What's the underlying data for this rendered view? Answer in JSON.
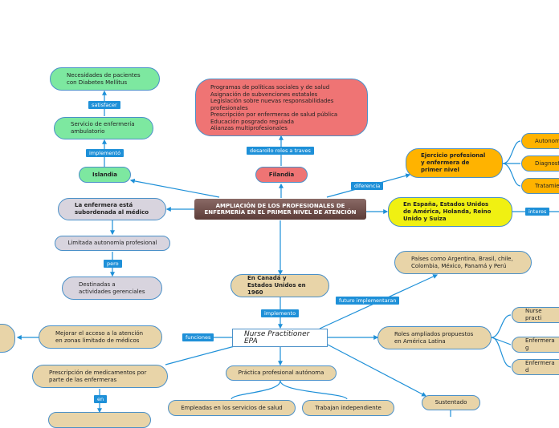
{
  "root": "AMPLIACIÓN DE LOS PROFESIONALES DE ENFERMERÍA EN EL PRIMER NIVEL DE ATENCIÓN",
  "nodes": {
    "islandia": "Islandia",
    "servicio": "Servicio de enfermería ambulatorio",
    "necesidades": "Necesidades de pacientes con Diabetes Mellitus",
    "finlandia": "Filandia",
    "red_items": [
      "Programas de políticas sociales y de salud",
      "Asignación de subvenciones estatales",
      "Legislación sobre nuevas responsabilidades profesionales",
      "Prescripción por enfermeras de salud pública",
      "Educación posgrado reguiada",
      "Alianzas multiprofesionales"
    ],
    "ejercicio": "Ejercicio profesional y enfermera de primer nivel",
    "autonomia": "Autonom",
    "diagnostico": "Diagnost",
    "tratamiento": "Tratamien",
    "espana": "En España, Estados Unidos de América, Holanda, Reino Unido y Suiza",
    "subordenada": "La enfermera está subordenada al médico",
    "limitada": "Limitada autonomía profesional",
    "destinadas": "Destinadas a actividades gerenciales",
    "canada": "En Canadá y Estados Unidos en 1960",
    "paises": "Países como Argentina, Brasil, chile, Colombia, México, Panamá y Perú",
    "npa": "Nurse Practitioner EPA",
    "mejorar": "Mejorar el acceso a la atención en zonas limitado de médicos",
    "prescripcion": "Prescripción de medicamentos por parte de las enfermeras",
    "practica": "Práctica profesional autónoma",
    "empleadas": "Empleadas en los servicios de salud",
    "trabajan": "Trabajan independiente",
    "sustentado": "Sustentado",
    "roles": "Roles ampliados propuestos en América Latina",
    "nurse_practi": "Nurse practi",
    "enfermera_g": "Enfermera g",
    "enfermera_d": "Enfermera d"
  },
  "labels": {
    "satisfacer": "satisfacer",
    "implemento": "implementó",
    "desarrollo": "desarollo roles a traves",
    "diferencia": "diferencia",
    "intereses": "interes",
    "pero": "pero",
    "implementado": "implemento",
    "futuro": "futuro implementaran",
    "funciones": "funciones",
    "en": "en"
  }
}
